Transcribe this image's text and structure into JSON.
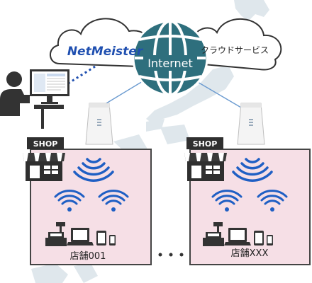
{
  "clouds": {
    "netmeister_logo": "NetMeister",
    "cloud_service": "クラウドサービス"
  },
  "globe": {
    "label": "Internet"
  },
  "shops": [
    {
      "sign": "SHOP",
      "name": "店舗001"
    },
    {
      "sign": "SHOP",
      "name": "店舗XXX"
    }
  ],
  "colors": {
    "accent_blue": "#1f4fb0",
    "shop_fill": "#f6dfe6",
    "globe_fill": "#2e6f7d",
    "map_fill": "#dfe7ec"
  },
  "icons": [
    "person-at-desktop-icon",
    "access-point-icon",
    "wifi-icon",
    "shop-storefront-icon",
    "pos-register-icon",
    "laptop-icon",
    "tablet-icon",
    "smartphone-icon",
    "globe-icon",
    "cloud-icon"
  ]
}
